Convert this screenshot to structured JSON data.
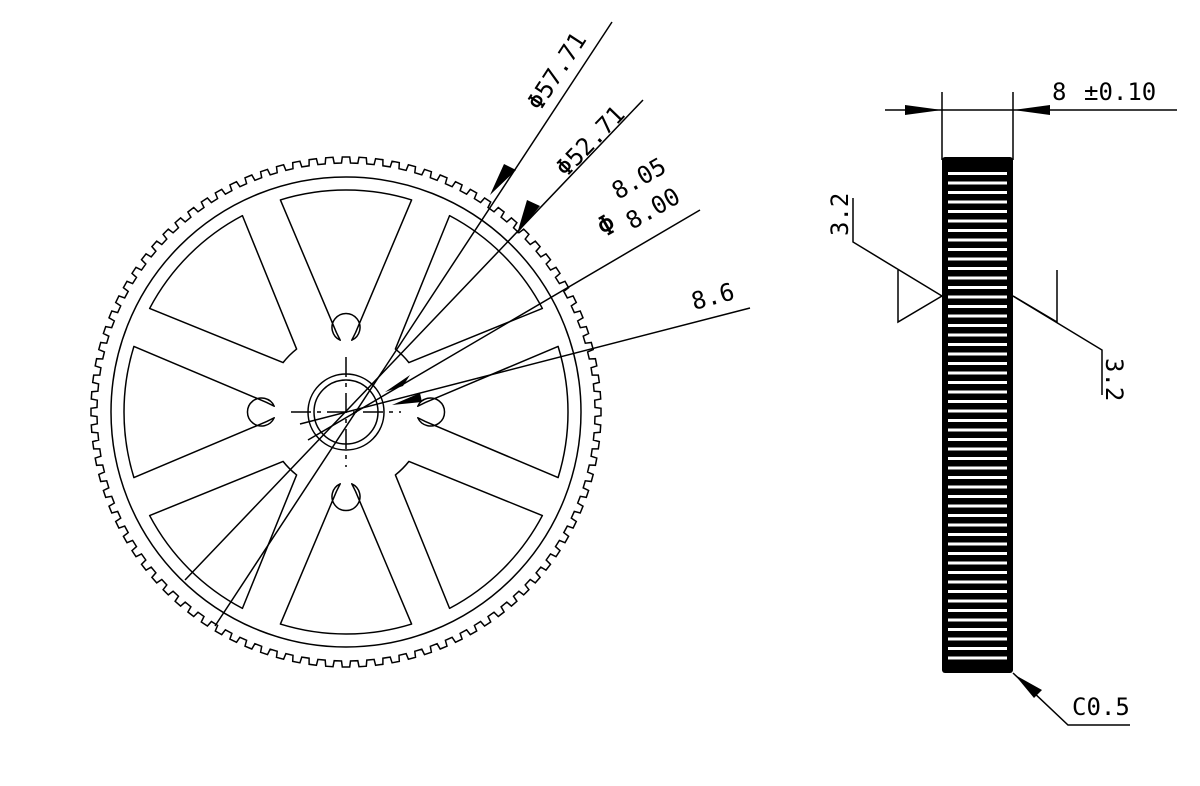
{
  "drawing": {
    "front_view": {
      "dimensions": {
        "outer_diameter": "Φ57.71",
        "root_diameter": "Φ52.71",
        "bore_symbol": "Φ",
        "bore_upper": "8.05",
        "bore_lower": "8.00",
        "hub_diameter": "8.6"
      },
      "tooth_count": 96,
      "window_count": 8
    },
    "side_view": {
      "thickness": "8",
      "tolerance": "±0.10",
      "roughness_left": "3.2",
      "roughness_right": "3.2",
      "chamfer": "C0.5"
    }
  }
}
